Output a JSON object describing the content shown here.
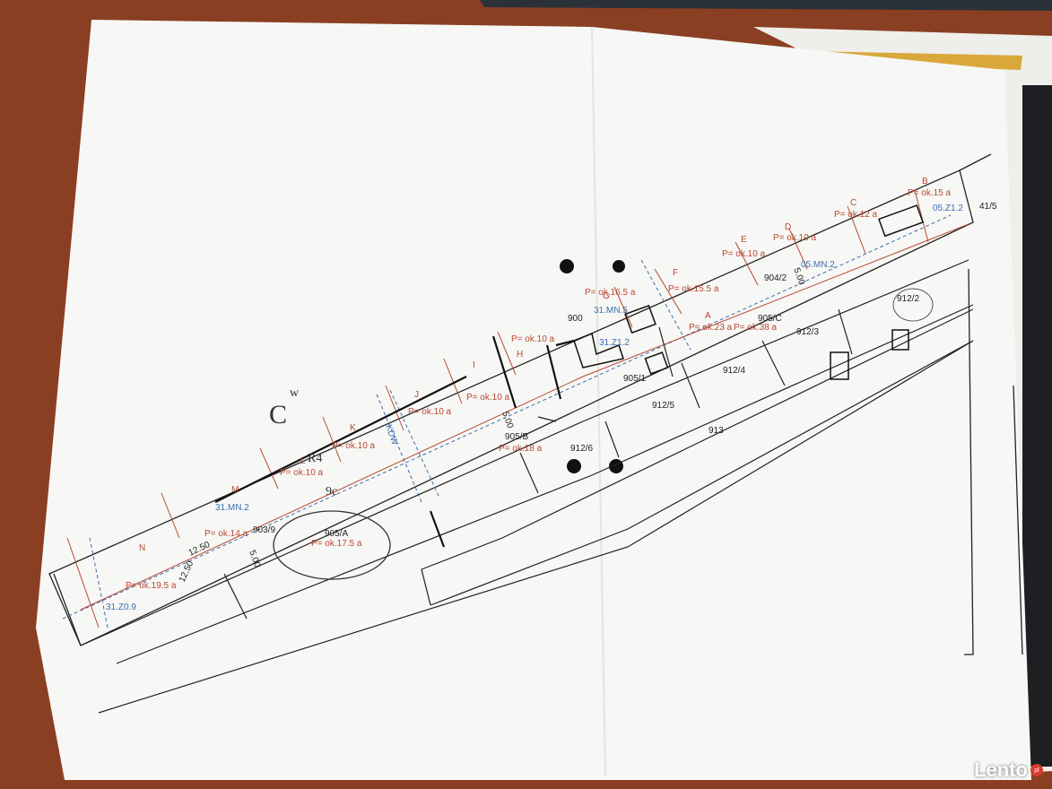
{
  "watermark": {
    "brand": "Lento",
    "badge": "pl"
  },
  "parcels": {
    "p905a": "905/A",
    "p905b": "905/B",
    "p905c": "905/C",
    "p903_9": "903/9",
    "p900": "900",
    "p904_2": "904/2",
    "p905_1": "905/1",
    "p912_2": "912/2",
    "p912_3": "912/3",
    "p912_4": "912/4",
    "p912_5": "912/5",
    "p912_6": "912/6",
    "p913": "913",
    "p41_5": "41/5"
  },
  "lots": [
    {
      "letter": "B",
      "area": "P= ok.15 a"
    },
    {
      "letter": "C",
      "area": "P= ok.12 a"
    },
    {
      "letter": "D",
      "area": "P= ok.10 a"
    },
    {
      "letter": "E",
      "area": "P= ok.10 a"
    },
    {
      "letter": "F",
      "area": "P= ok.15.5 a"
    },
    {
      "letter": "G",
      "area": "P= ok.16.5 a"
    },
    {
      "letter": "H",
      "area": "P= ok.10 a"
    },
    {
      "letter": "I",
      "area": "P= ok.10 a"
    },
    {
      "letter": "J",
      "area": "P= ok.10 a"
    },
    {
      "letter": "K",
      "area": "P= ok.10 a"
    },
    {
      "letter": "L",
      "area": "P= ok.10 a"
    },
    {
      "letter": "M",
      "area": "P= ok.14 a"
    },
    {
      "letter": "N",
      "area": "P= ok.19.5 a"
    },
    {
      "letter": "A",
      "area": "P= ok.23 a"
    }
  ],
  "areas_extra": {
    "a905a": "P= ok.17.5 a",
    "a905b": "P= ok.18 a",
    "a905c": "P= ok.38 a"
  },
  "zones": {
    "z1": "05.Z1.2",
    "z2": "05.MN.2",
    "z3": "31.MN.5",
    "z4": "31.Z1.2",
    "z5": "31.MN.2",
    "z6": "31.Z0.9",
    "z7": "KDW"
  },
  "dimensions": {
    "d1": "12.50",
    "d2": "12.50",
    "d3": "5.00",
    "d4": "5.00",
    "d5": "5.00"
  },
  "handwriting": {
    "cw": "C",
    "cw_sup": "w",
    "r1": "R4",
    "r2": "9c"
  },
  "colors": {
    "paper": "#f7f7f5",
    "table": "#8a3f22",
    "red": "#b8482f",
    "blue": "#3a6fb0",
    "ink": "#222222"
  }
}
